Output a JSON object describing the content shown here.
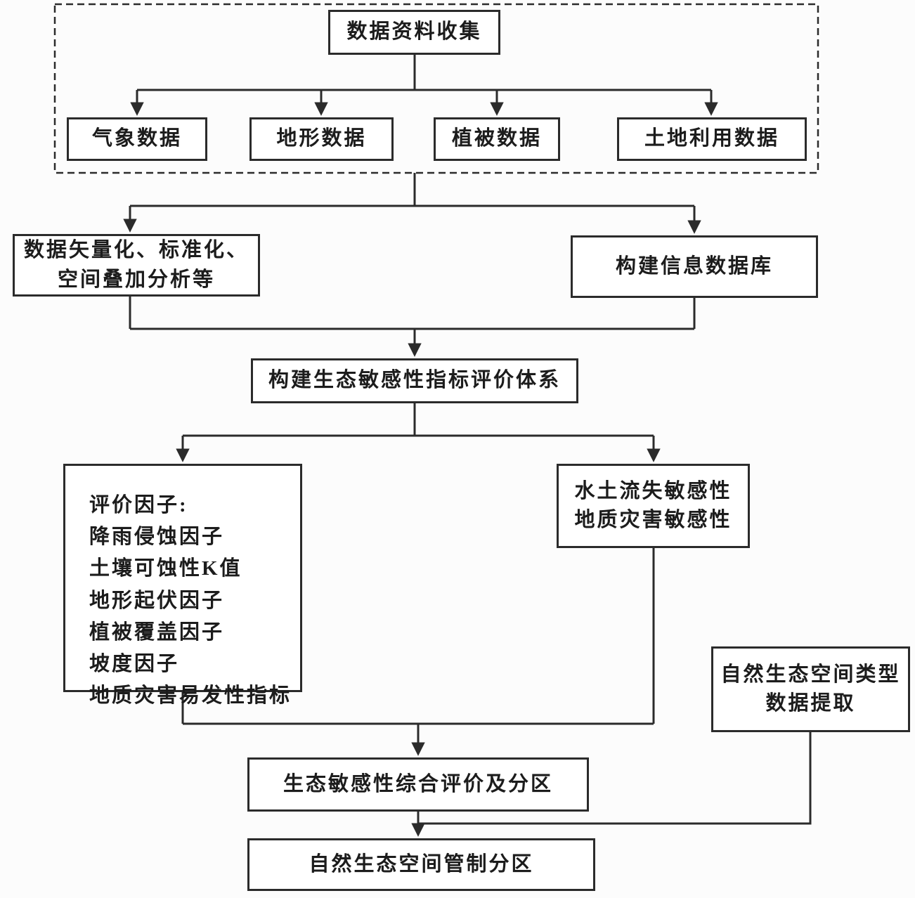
{
  "diagram": {
    "nodes": {
      "collect": {
        "label": "数据资料收集"
      },
      "weather": {
        "label": "气象数据"
      },
      "terrain": {
        "label": "地形数据"
      },
      "vegetation": {
        "label": "植被数据"
      },
      "landuse": {
        "label": "土地利用数据"
      },
      "vectorize": {
        "line1": "数据矢量化、标准化、",
        "line2": "空间叠加分析等"
      },
      "database": {
        "label": "构建信息数据库"
      },
      "index_system": {
        "label": "构建生态敏感性指标评价体系"
      },
      "factors": {
        "title": "评价因子:",
        "items": [
          "降雨侵蚀因子",
          "土壤可蚀性K值",
          "地形起伏因子",
          "植被覆盖因子",
          "坡度因子",
          "地质灾害易发性指标"
        ]
      },
      "sensitivity": {
        "line1": "水土流失敏感性",
        "line2": "地质灾害敏感性"
      },
      "extract": {
        "line1": "自然生态空间类型",
        "line2": "数据提取"
      },
      "comprehensive": {
        "label": "生态敏感性综合评价及分区"
      },
      "final_zone": {
        "label": "自然生态空间管制分区"
      }
    },
    "colors": {
      "line": "#2b2b2b",
      "border": "#2b2b2b",
      "text": "#1c1c1c",
      "background": "#fcfcfc"
    }
  }
}
